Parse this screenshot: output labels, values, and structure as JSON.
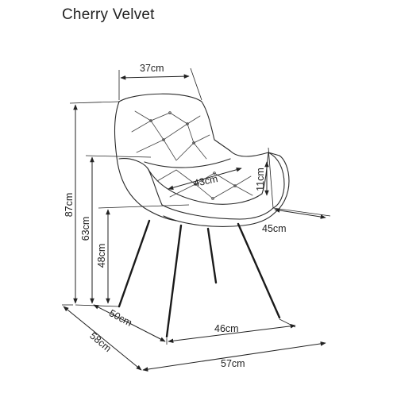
{
  "title": "Cherry Velvet",
  "dimensions": {
    "back_width": "37cm",
    "total_height": "87cm",
    "armrest_height": "63cm",
    "seat_height": "48cm",
    "seat_depth": "43cm",
    "armrest_above_seat": "11cm",
    "seat_width": "45cm",
    "leg_depth": "50cm",
    "total_depth": "58cm",
    "leg_width": "46cm",
    "total_width": "57cm"
  }
}
